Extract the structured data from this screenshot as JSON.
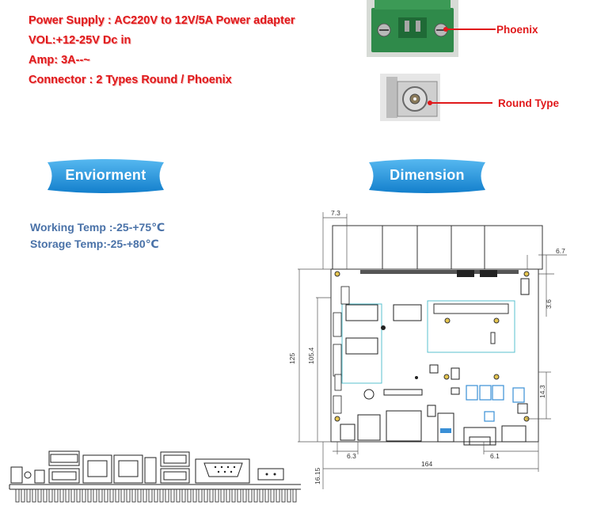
{
  "specs": {
    "power_supply": "Power Supply : AC220V to 12V/5A Power adapter",
    "voltage": "VOL:+12-25V Dc in",
    "amp": "Amp: 3A--~",
    "connector": "Connector : 2 Types   Round / Phoenix"
  },
  "connectors": {
    "phoenix_label": "Phoenix",
    "round_label": "Round Type"
  },
  "environment": {
    "title": "Enviorment",
    "working_temp": "Working Temp :-25-+75℃",
    "storage_temp": "Storage Temp:-25-+80℃"
  },
  "dimension": {
    "title": "Dimension",
    "dims": {
      "d_7_3": "7.3",
      "d_6_7": "6.7",
      "d_3_6": "3.6",
      "d_125": "125",
      "d_105_4": "105.4",
      "d_14_3": "14.3",
      "d_6_3": "6.3",
      "d_6_1": "6.1",
      "d_164": "164",
      "d_16_15": "16.15"
    }
  },
  "colors": {
    "spec_red": "#e0191b",
    "banner_blue": "#1c8fd9",
    "env_blue": "#4a72a8",
    "board_green": "#2f8a4a"
  }
}
